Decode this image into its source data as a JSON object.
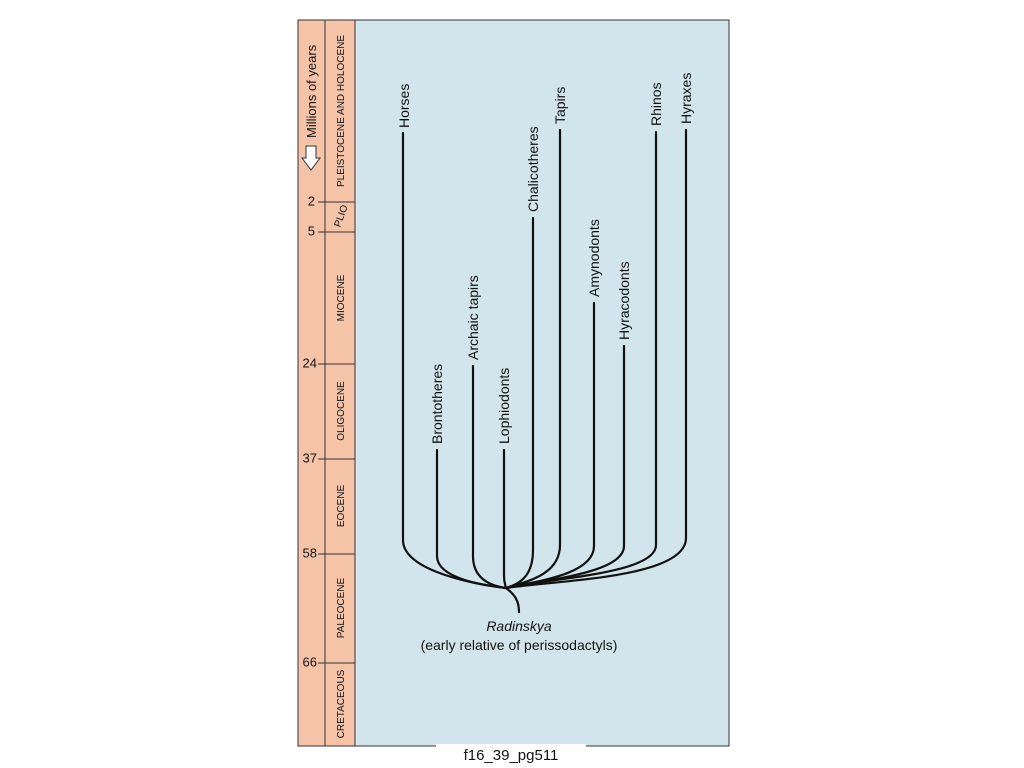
{
  "axis": {
    "label": "Millions of years",
    "ticks": [
      "2",
      "5",
      "24",
      "37",
      "58",
      "66"
    ]
  },
  "epochs": [
    "PLEISTOCENE AND HOLOCENE",
    "PLIO",
    "MIOCENE",
    "OLIGOCENE",
    "EOCENE",
    "PALEOCENE",
    "CRETACEOUS"
  ],
  "taxa": [
    "Horses",
    "Brontotheres",
    "Archaic tapirs",
    "Lophiodonts",
    "Chalicotheres",
    "Tapirs",
    "Amynodonts",
    "Hyracodonts",
    "Rhinos",
    "Hyraxes"
  ],
  "root": {
    "name": "Radinskya",
    "description": "(early relative of perissodactyls)"
  },
  "caption": "f16_39_pg511",
  "colors": {
    "timescale_fill": "#f5c3a8",
    "panel_fill": "#d3e5ec",
    "line": "#111111"
  }
}
